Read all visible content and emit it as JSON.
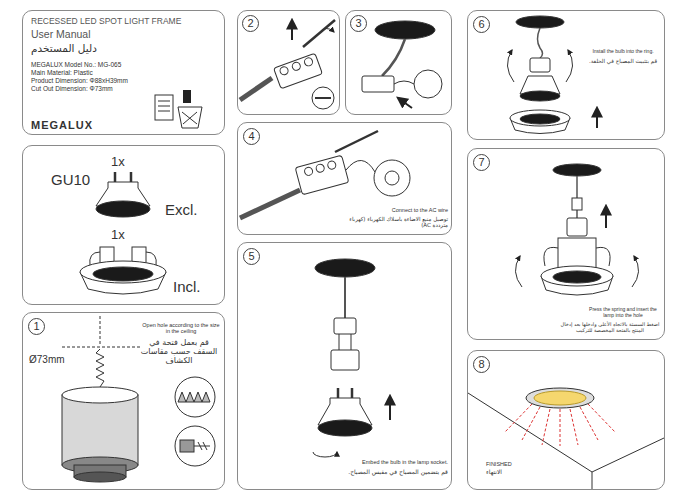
{
  "diagram": {
    "nodes": [
      {
        "text": [
          "RECESSED LED SPOT LIGHT FRAME",
          "User Manual",
          "دليل المستخدم",
          "MEGALUX Model No.: MG-065",
          "Main Material: Plastic",
          "Product Dimension: Φ88xH39mm",
          "Cut Out Dimension: Φ73mm",
          "MEGALUX"
        ]
      },
      {
        "text": [
          "1x",
          "GU10",
          "Excl.",
          "1x",
          "Incl."
        ]
      },
      {
        "text": [
          "Open hole according to the size in the ceiling",
          "قم بعمل فتحة في السقف حسب مقاسات الكشاف",
          "Ø73mm"
        ]
      },
      {
        "text": [
          "1"
        ],
        "in": 2
      },
      {
        "text": []
      },
      {
        "text": [
          "2"
        ],
        "in": 4
      },
      {
        "text": []
      },
      {
        "text": [
          "3"
        ],
        "in": 6
      },
      {
        "text": [
          "Connect to the AC wire",
          "توصيل منبع الاضاءة باسلاك الكهرباء (كهرباء مترددة AC)"
        ]
      },
      {
        "text": [
          "4"
        ],
        "in": 8
      },
      {
        "text": [
          "Embed the bulb in the lamp socket.",
          "قم بتضمين المصباح في مقبس المصباح."
        ]
      },
      {
        "text": [
          "5"
        ],
        "in": 10
      },
      {
        "text": [
          "Install the bulb into the ring.",
          "قم بتثبيت المصباح في الحلقة."
        ]
      },
      {
        "text": [
          "6"
        ],
        "in": 12
      },
      {
        "text": [
          "Press the spring and insert the lamp into the hole",
          "اضغط السستة بالاتجاه الأعلى وادخلها بعد إدخال المنتج بالفتحة المخصصة للتركيب"
        ]
      },
      {
        "text": [
          "7"
        ],
        "in": 14
      },
      {
        "text": [
          "FINISHED",
          "الانتهاء"
        ]
      },
      {
        "text": [
          "8"
        ],
        "in": 16
      }
    ]
  }
}
